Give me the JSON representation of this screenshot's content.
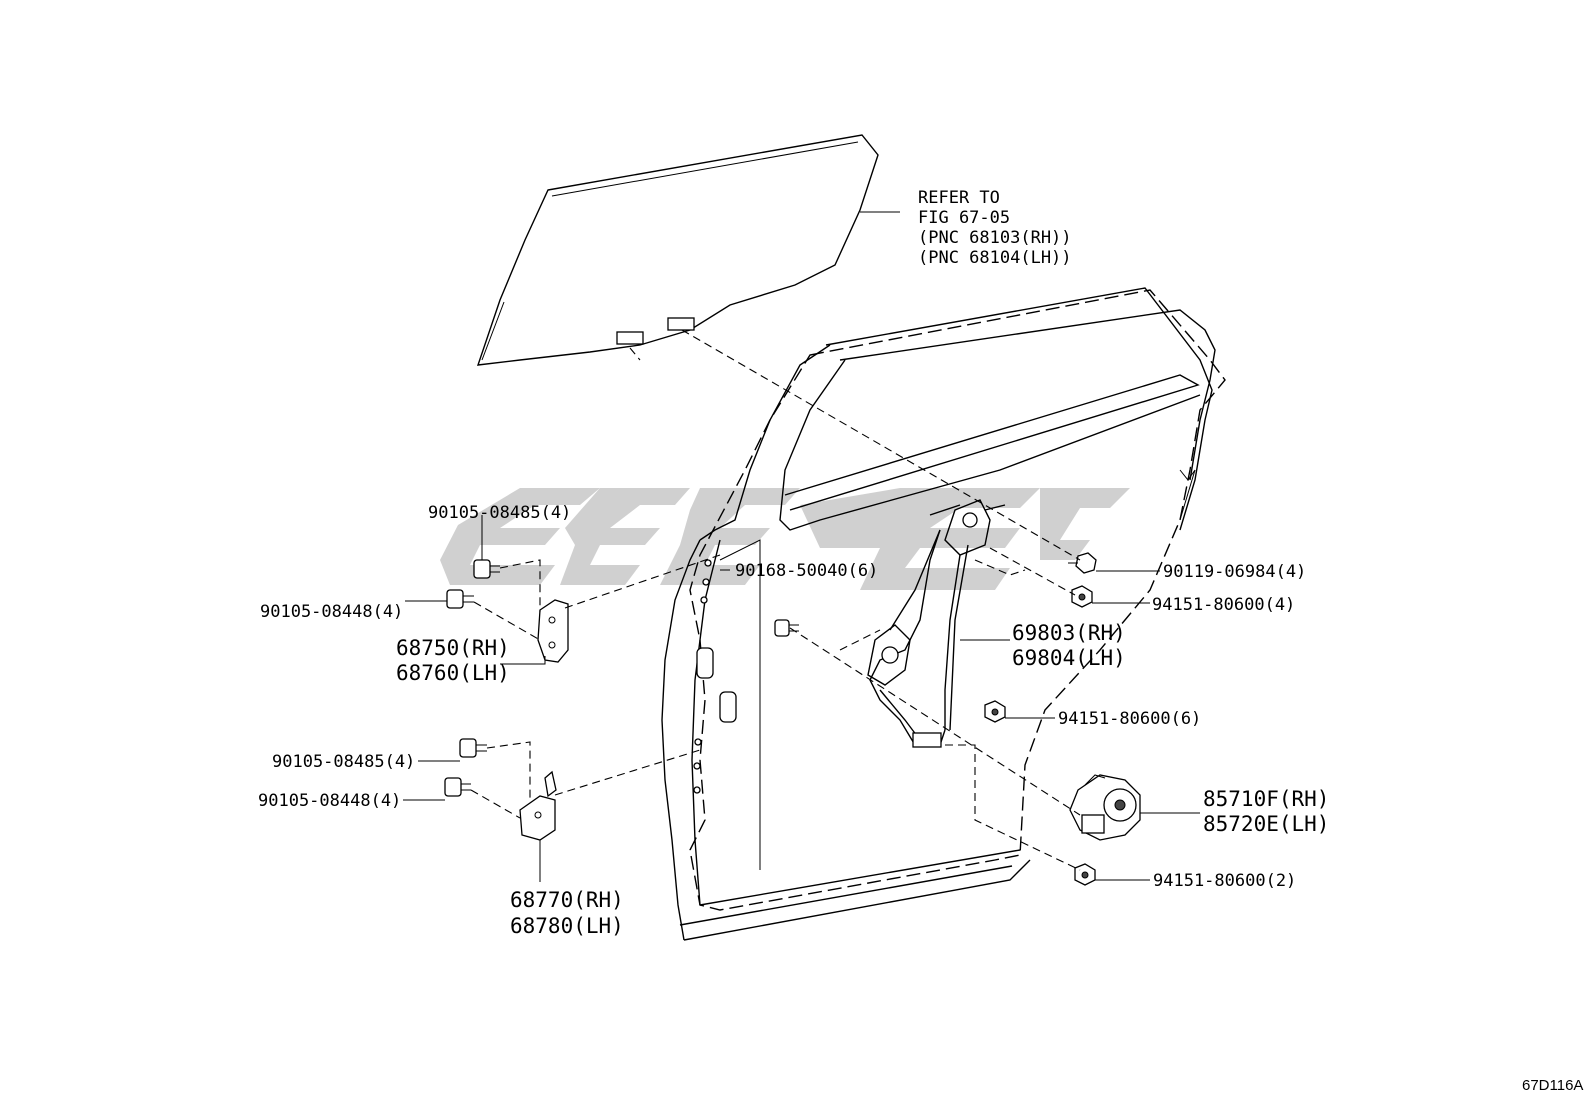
{
  "reference_note": {
    "line1": "REFER TO",
    "line2": "FIG 67-05",
    "line3": "(PNC 68103(RH))",
    "line4": "(PNC 68104(LH))"
  },
  "labels": {
    "bolt_upper_hinge_top": "90105-08485(4)",
    "bolt_upper_hinge_bottom": "90105-08448(4)",
    "upper_hinge_rh": "68750(RH)",
    "upper_hinge_lh": "68760(LH)",
    "bolt_lower_hinge_top": "90105-08485(4)",
    "bolt_lower_hinge_bottom": "90105-08448(4)",
    "lower_hinge_rh": "68770(RH)",
    "lower_hinge_lh": "68780(LH)",
    "regulator_bolt": "90168-50040(6)",
    "glass_bolt": "90119-06984(4)",
    "nut_top": "94151-80600(4)",
    "regulator_rh": "69803(RH)",
    "regulator_lh": "69804(LH)",
    "nut_middle": "94151-80600(6)",
    "motor_rh": "85710F(RH)",
    "motor_lh": "85720E(LH)",
    "nut_bottom": "94151-80600(2)"
  },
  "figure_id": "67D116A",
  "colors": {
    "ink": "#000000",
    "watermark": "#c8c8c8"
  }
}
